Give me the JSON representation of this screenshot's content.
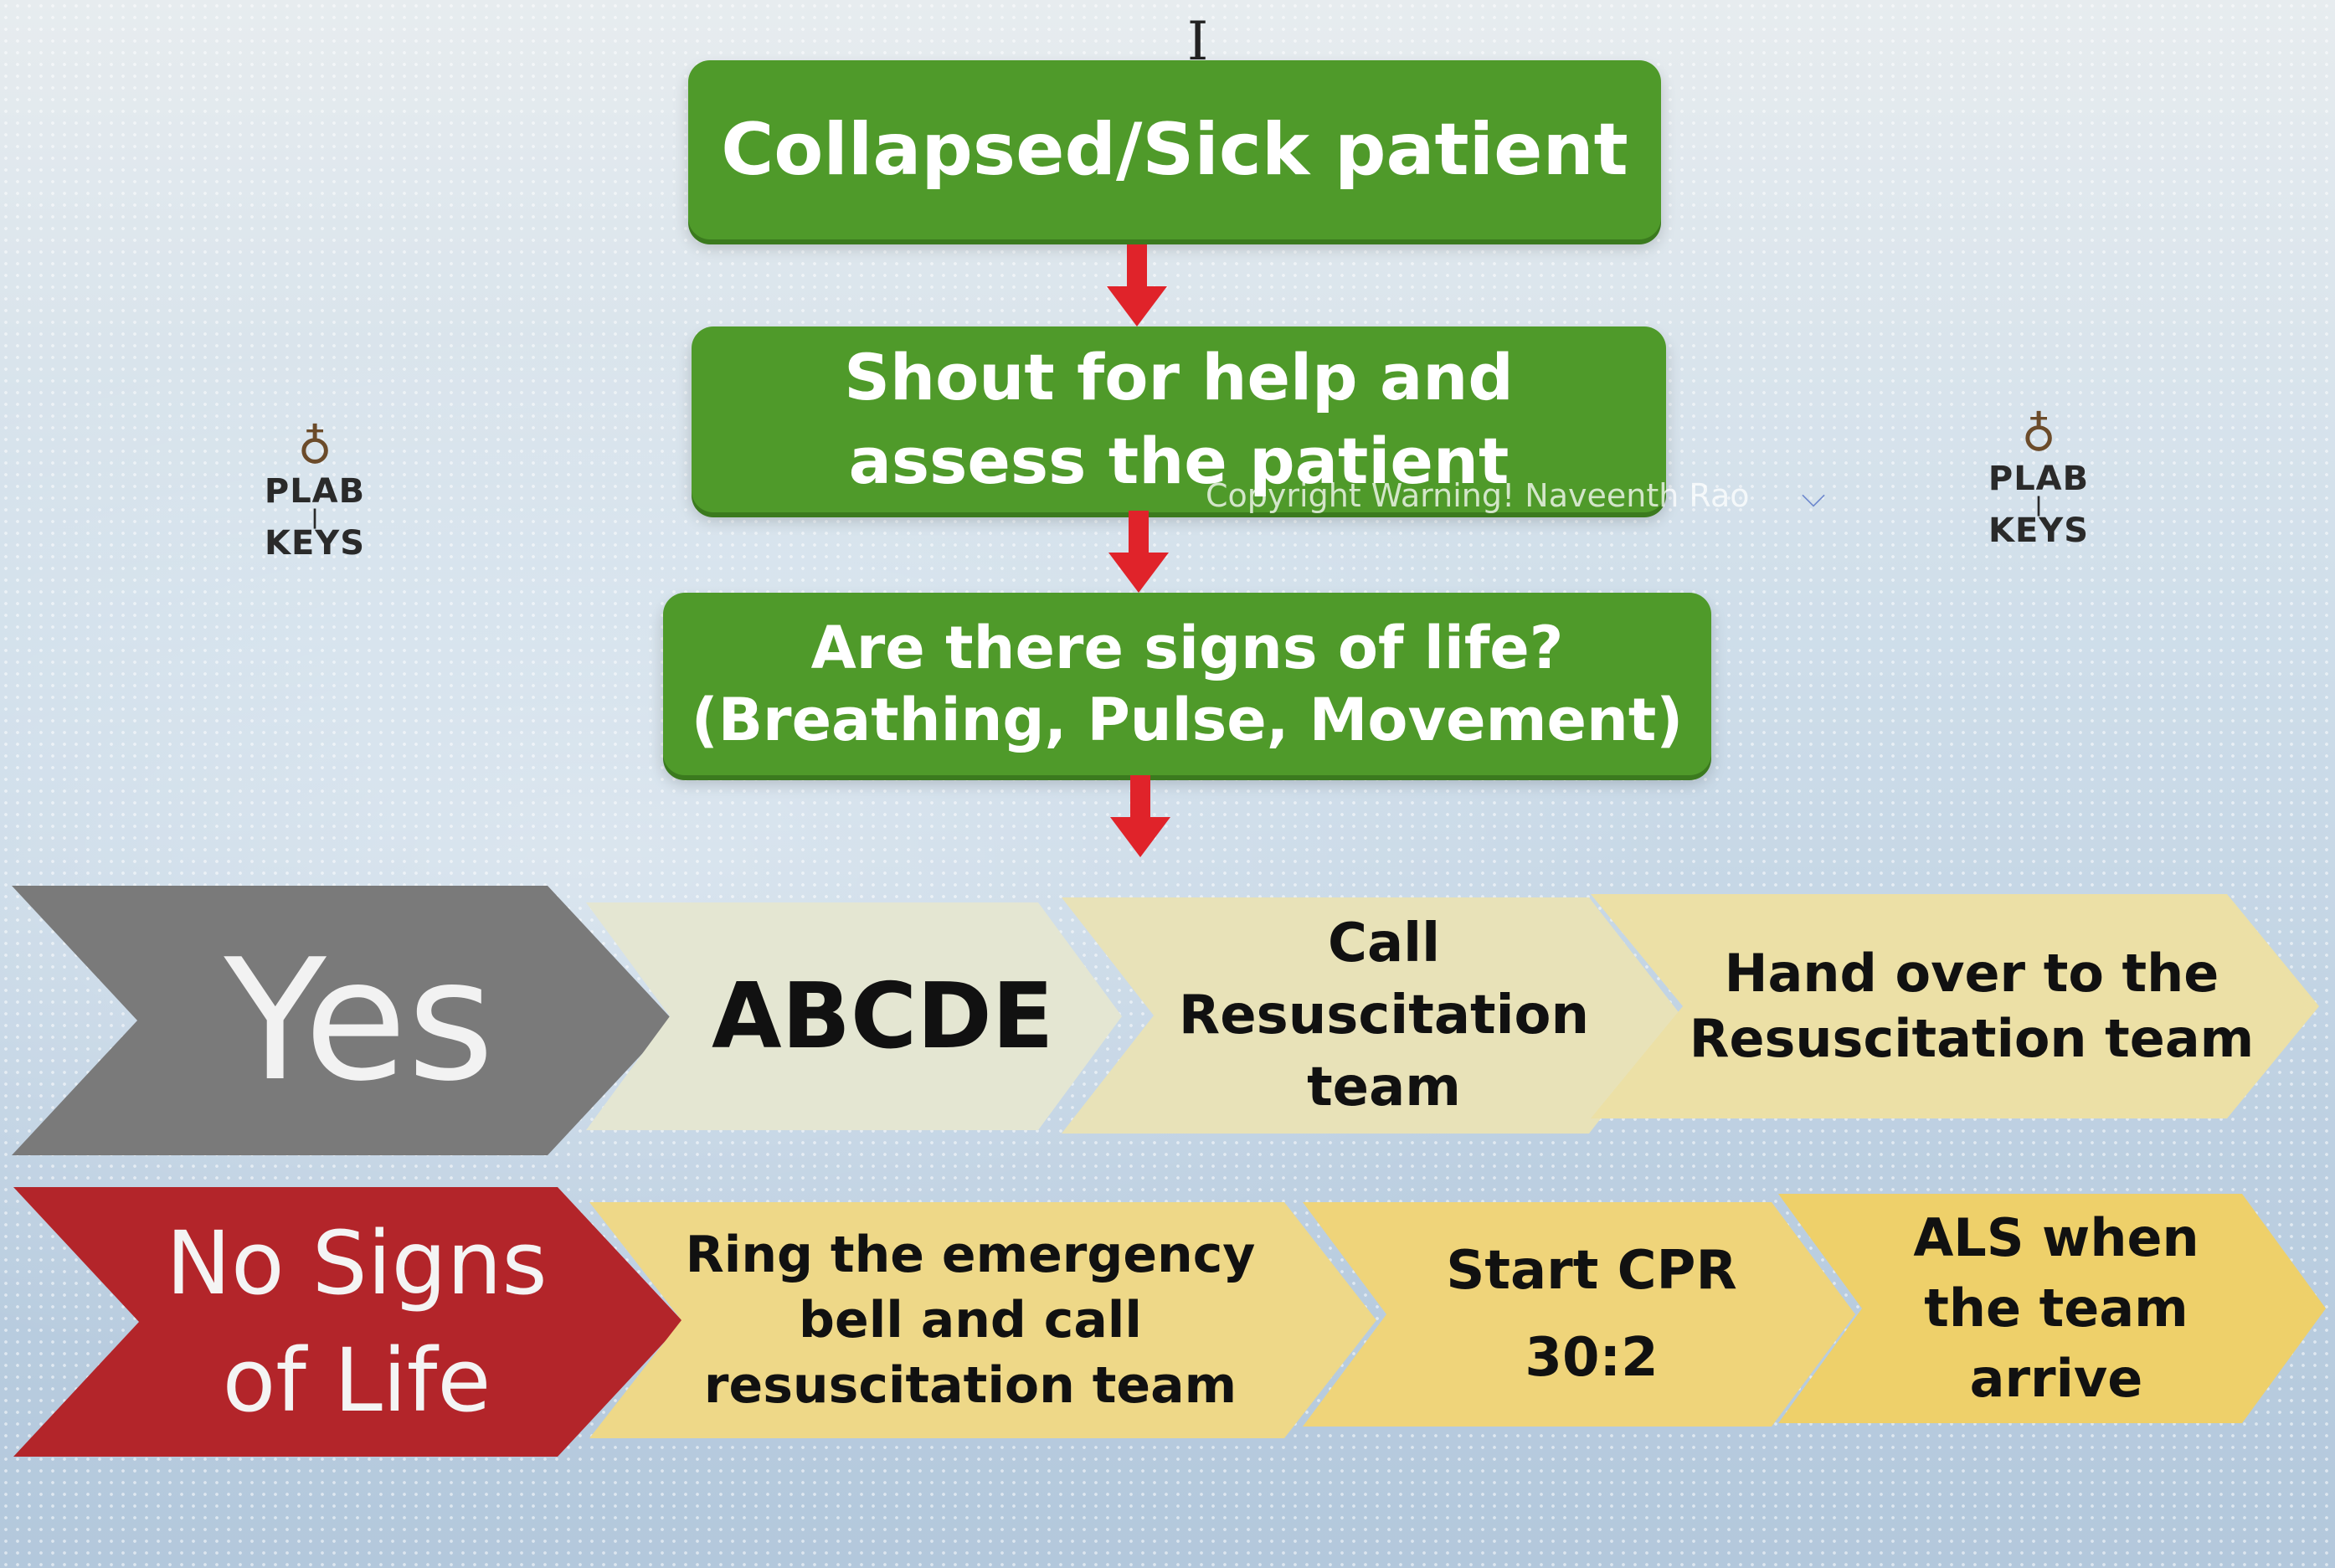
{
  "flow": {
    "step1": "Collapsed/Sick patient",
    "step2_line1": "Shout for help and",
    "step2_line2": "assess the patient",
    "step3_line1": "Are there signs of life?",
    "step3_line2": "(Breathing, Pulse, Movement)"
  },
  "yes_row": {
    "label": "Yes",
    "steps": [
      {
        "lines": [
          "ABCDE"
        ]
      },
      {
        "lines": [
          "Call",
          "Resuscitation",
          "team"
        ]
      },
      {
        "lines": [
          "Hand over to the",
          "Resuscitation team"
        ]
      }
    ]
  },
  "no_row": {
    "label_line1": "No Signs",
    "label_line2": "of Life",
    "steps": [
      {
        "lines": [
          "Ring the emergency",
          "bell and call",
          "resuscitation team"
        ]
      },
      {
        "lines": [
          "Start CPR",
          "30:2"
        ]
      },
      {
        "lines": [
          "ALS when",
          "the team",
          "arrive"
        ]
      }
    ]
  },
  "logo": {
    "line1": "PLAB",
    "line2": "KEYS"
  },
  "watermark": "Copyright Warning! Naveenth Rao",
  "colors": {
    "green_box": "#4f9a2a",
    "arrow_red": "#e0232a",
    "yes_gray": "#7a7a7a",
    "no_red": "#b3252a",
    "light_chevron": "#e6e6c8",
    "tan_chevron": "#ece0a6",
    "yellow_chevron": "#eed46a"
  }
}
